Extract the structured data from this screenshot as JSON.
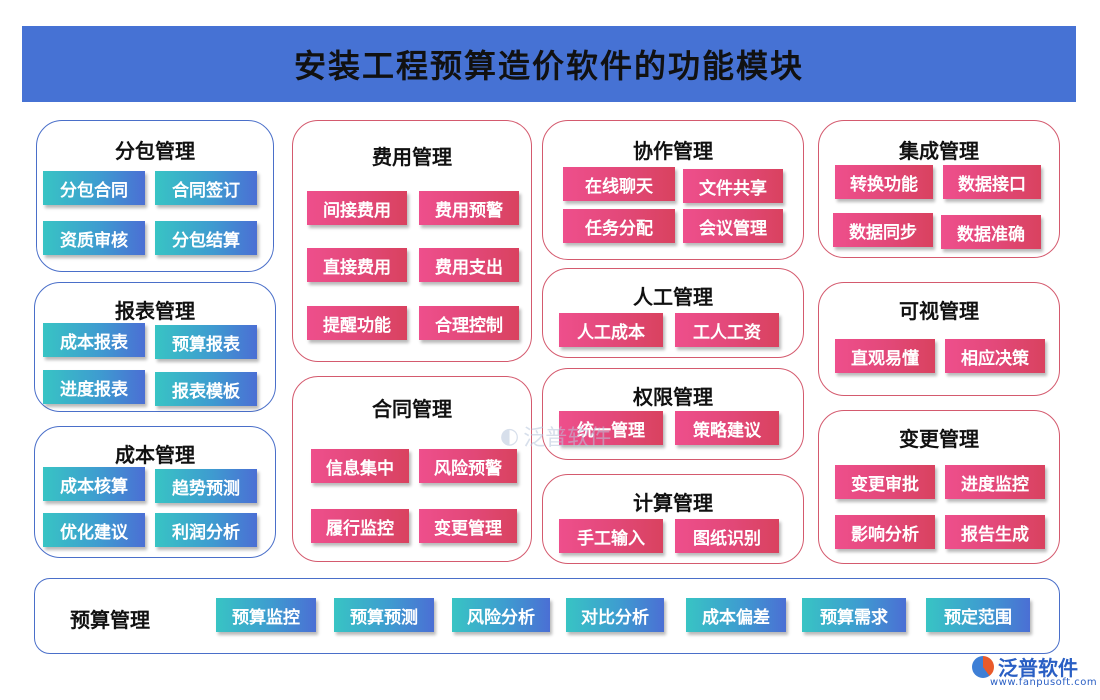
{
  "title": "安装工程预算造价软件的功能模块",
  "modules": {
    "fenbao": {
      "title": "分包管理",
      "items": [
        "分包合同",
        "合同签订",
        "资质审核",
        "分包结算"
      ]
    },
    "baobiao": {
      "title": "报表管理",
      "items": [
        "成本报表",
        "预算报表",
        "进度报表",
        "报表模板"
      ]
    },
    "chengben": {
      "title": "成本管理",
      "items": [
        "成本核算",
        "趋势预测",
        "优化建议",
        "利润分析"
      ]
    },
    "feiyong": {
      "title": "费用管理",
      "items": [
        "间接费用",
        "费用预警",
        "直接费用",
        "费用支出",
        "提醒功能",
        "合理控制"
      ]
    },
    "hetong": {
      "title": "合同管理",
      "items": [
        "信息集中",
        "风险预警",
        "履行监控",
        "变更管理"
      ]
    },
    "xiezuo": {
      "title": "协作管理",
      "items": [
        "在线聊天",
        "文件共享",
        "任务分配",
        "会议管理"
      ]
    },
    "rengong": {
      "title": "人工管理",
      "items": [
        "人工成本",
        "工人工资"
      ]
    },
    "quanxian": {
      "title": "权限管理",
      "items": [
        "统一管理",
        "策略建议"
      ]
    },
    "jisuan": {
      "title": "计算管理",
      "items": [
        "手工输入",
        "图纸识别"
      ]
    },
    "jicheng": {
      "title": "集成管理",
      "items": [
        "转换功能",
        "数据接口",
        "数据同步",
        "数据准确"
      ]
    },
    "keshi": {
      "title": "可视管理",
      "items": [
        "直观易懂",
        "相应决策"
      ]
    },
    "biangeng": {
      "title": "变更管理",
      "items": [
        "变更审批",
        "进度监控",
        "影响分析",
        "报告生成"
      ]
    },
    "yusuan": {
      "title": "预算管理",
      "items": [
        "预算监控",
        "预算预测",
        "风险分析",
        "对比分析",
        "成本偏差",
        "预算需求",
        "预定范围"
      ]
    }
  },
  "watermark": "泛普软件",
  "logo": {
    "name": "泛普软件",
    "url": "www.fanpusoft.com"
  },
  "colors": {
    "title_bar": "#4672d4",
    "teal_button": "#3e9cd0",
    "pink_button": "#e24878",
    "blue_border": "#4a6fc9",
    "red_border": "#d45a6e"
  }
}
